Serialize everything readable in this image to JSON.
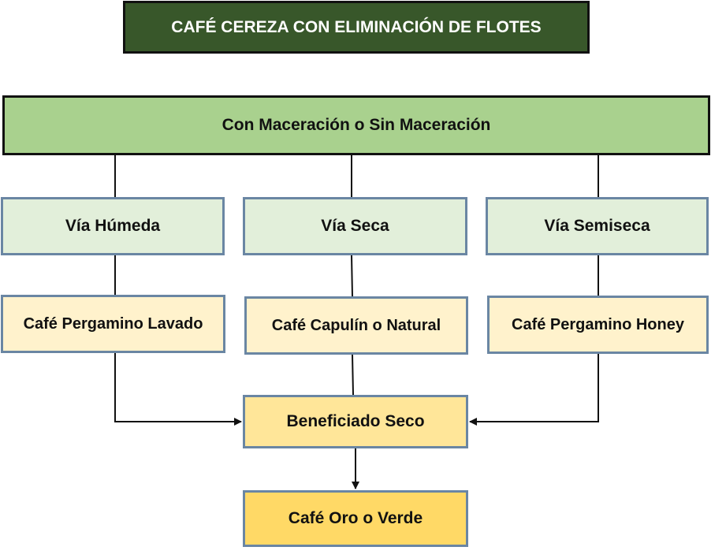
{
  "title": "CAFÉ CEREZA CON ELIMINACIÓN DE FLOTES",
  "maceration": "Con Maceración o Sin Maceración",
  "routes": [
    {
      "via": "Vía Húmeda",
      "product": "Café Pergamino Lavado"
    },
    {
      "via": "Vía Seca",
      "product": "Café Capulín o Natural"
    },
    {
      "via": "Vía Semiseca",
      "product": "Café Pergamino Honey"
    }
  ],
  "beneficiado": "Beneficiado Seco",
  "final": "Café Oro o Verde",
  "colors": {
    "title_fill": "#38572a",
    "maceration_fill": "#a9d18e",
    "via_fill": "#e2efda",
    "product_fill": "#fff2cc",
    "beneficiado_fill": "#ffe699",
    "final_fill": "#ffd966",
    "box_border": "#6a86a3"
  }
}
